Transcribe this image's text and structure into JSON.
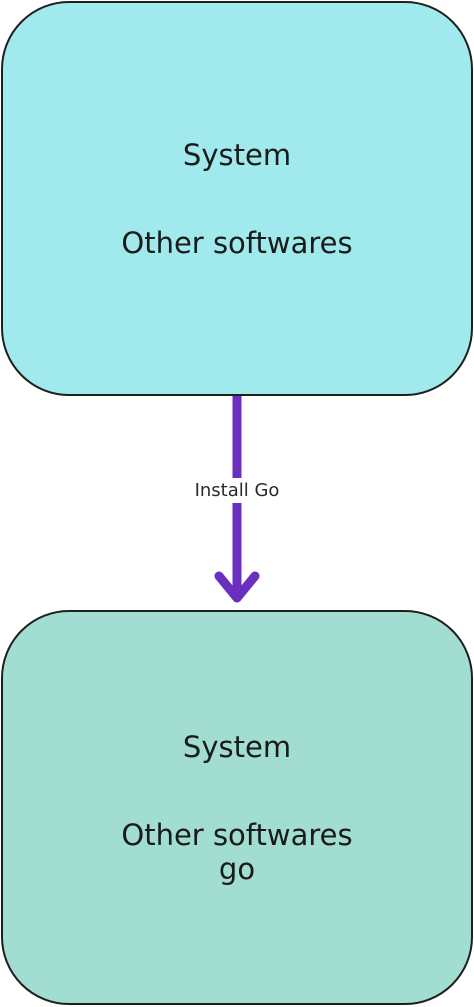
{
  "nodes": [
    {
      "title": "System",
      "lines": [
        "Other softwares"
      ],
      "fill": "#a0eaee"
    },
    {
      "title": "System",
      "lines": [
        "Other softwares",
        "go"
      ],
      "fill": "#a2ddd1"
    }
  ],
  "edge": {
    "label": "Install Go",
    "color": "#6a2fbf",
    "direction": "down"
  }
}
